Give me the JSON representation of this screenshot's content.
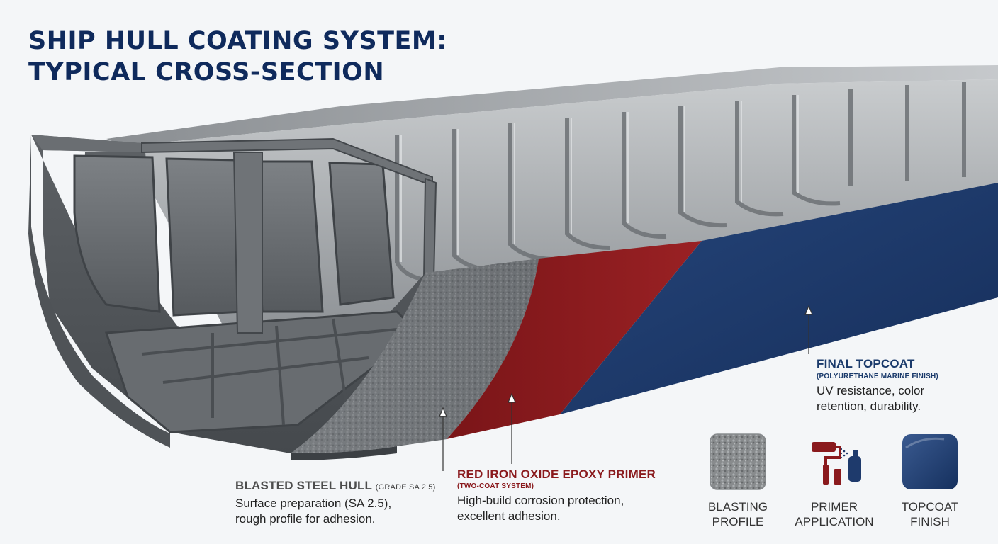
{
  "title": {
    "line1": "SHIP HULL COATING SYSTEM:",
    "line2": "TYPICAL CROSS-SECTION"
  },
  "callouts": {
    "hull": {
      "heading": "BLASTED STEEL HULL",
      "grade": "(GRADE SA 2.5)",
      "line1": "Surface preparation (SA 2.5),",
      "line2": "rough profile for adhesion."
    },
    "primer": {
      "heading": "RED IRON OXIDE EPOXY PRIMER",
      "sub": "(TWO-COAT SYSTEM)",
      "line1": "High-build corrosion protection,",
      "line2": "excellent adhesion."
    },
    "topcoat": {
      "heading": "FINAL TOPCOAT",
      "sub": "(POLYURETHANE MARINE FINISH)",
      "line1": "UV resistance, color",
      "line2": "retention, durability."
    }
  },
  "legend": [
    {
      "line1": "BLASTING",
      "line2": "PROFILE",
      "icon": "blasting-texture-icon"
    },
    {
      "line1": "PRIMER",
      "line2": "APPLICATION",
      "icon": "paint-roller-spray-icon"
    },
    {
      "line1": "TOPCOAT",
      "line2": "FINISH",
      "icon": "topcoat-swatch-icon"
    }
  ],
  "colors": {
    "title": "#0f2a5c",
    "steel": "#5e6266",
    "primer": "#8a1a1d",
    "topcoat": "#1e3a6c"
  }
}
